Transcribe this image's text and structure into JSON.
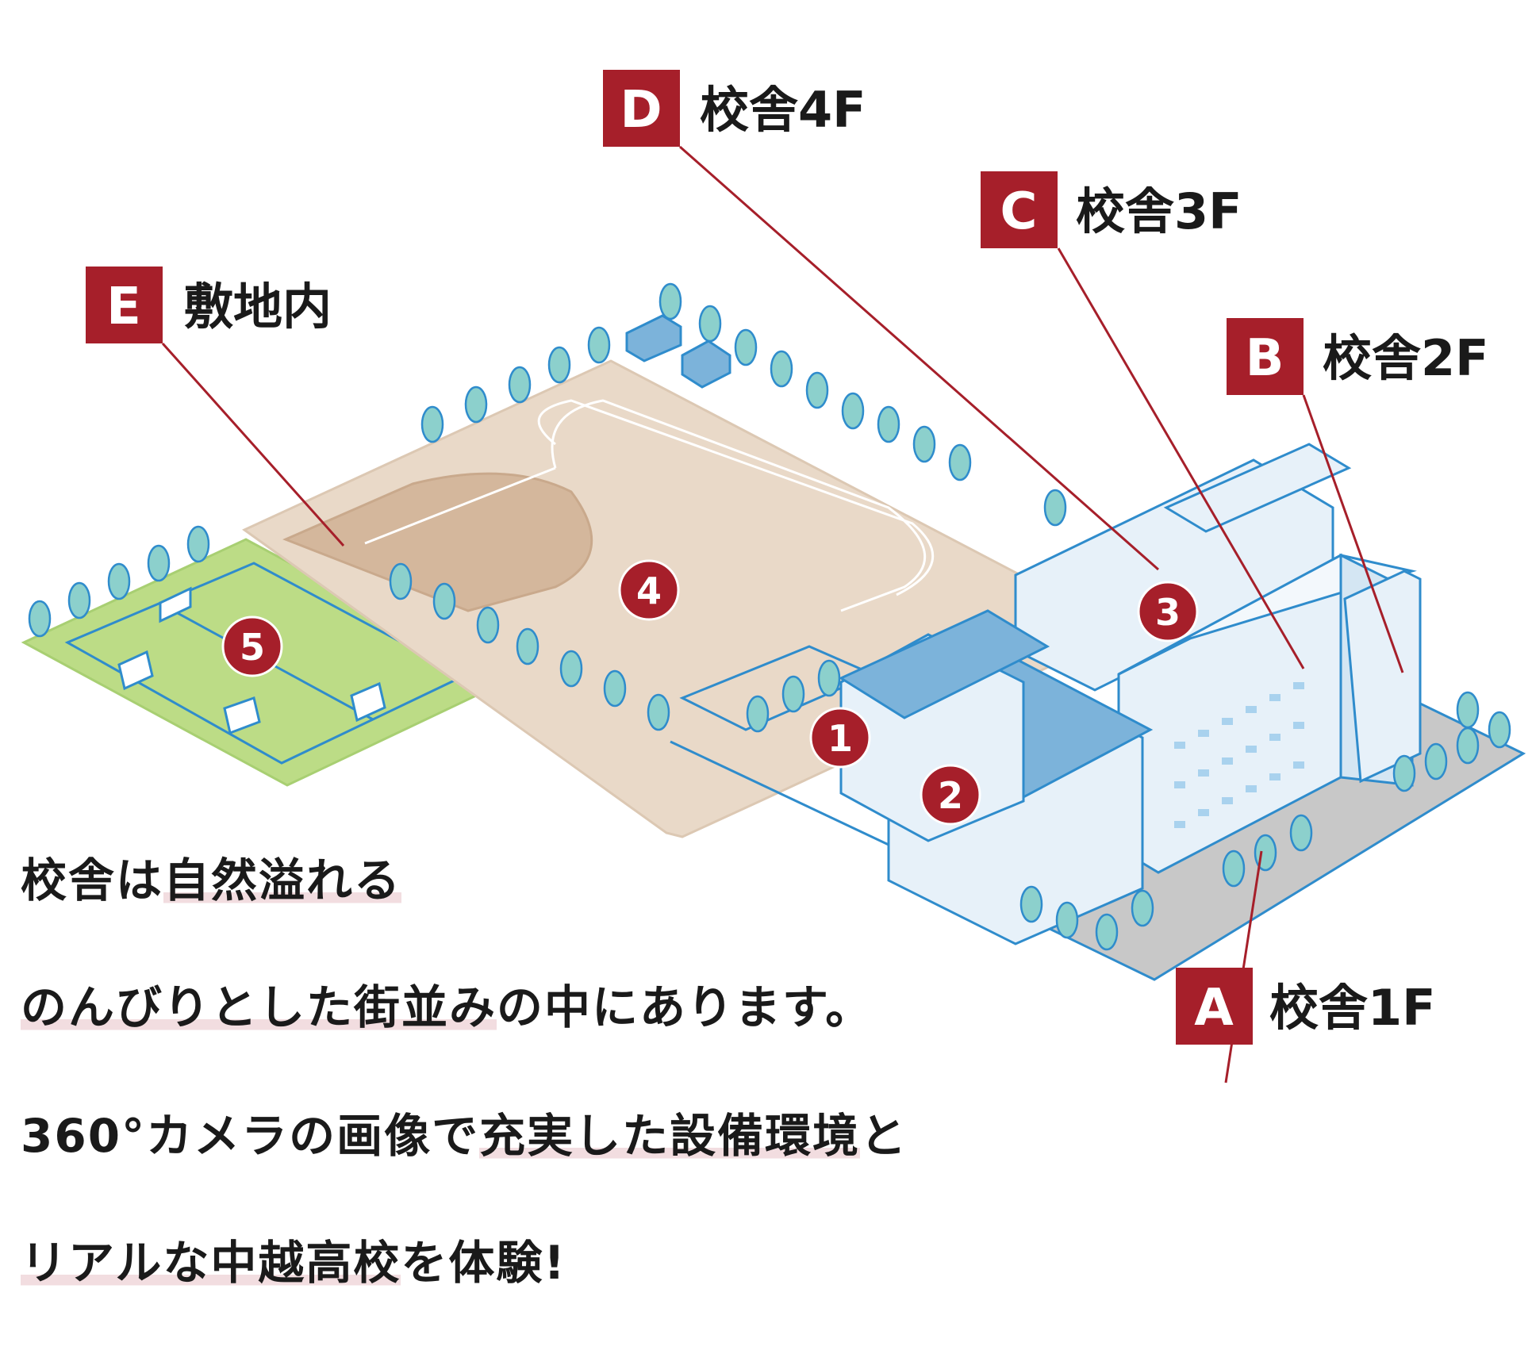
{
  "map": {
    "areas": [
      {
        "letter": "A",
        "label": "校舎1F"
      },
      {
        "letter": "B",
        "label": "校舎2F"
      },
      {
        "letter": "C",
        "label": "校舎3F"
      },
      {
        "letter": "D",
        "label": "校舎4F"
      },
      {
        "letter": "E",
        "label": "敷地内"
      }
    ],
    "spots": [
      "1",
      "2",
      "3",
      "4",
      "5"
    ],
    "colors": {
      "accent": "#a61f2a",
      "ground": "#e9d9c8",
      "infield": "#d4b79c",
      "field": "#bcdc86",
      "building": "#e7f1f9",
      "roof": "#7cb3da",
      "outline": "#2f8ccc",
      "parking": "#c8c8c8",
      "tree": "#8cd0cc"
    }
  },
  "intro": {
    "line1": {
      "pre": "校舎は",
      "hl": "自然溢れる",
      "post": ""
    },
    "line2": {
      "pre": "",
      "hl": "のんびりとした街並み",
      "post": "の中にあります。"
    },
    "line3": {
      "pre": "360°カメラの画像で",
      "hl": "充実した設備環境",
      "post": "と"
    },
    "line4": {
      "pre": "",
      "hl": "リアルな中越高校",
      "post": "を体験!"
    }
  }
}
